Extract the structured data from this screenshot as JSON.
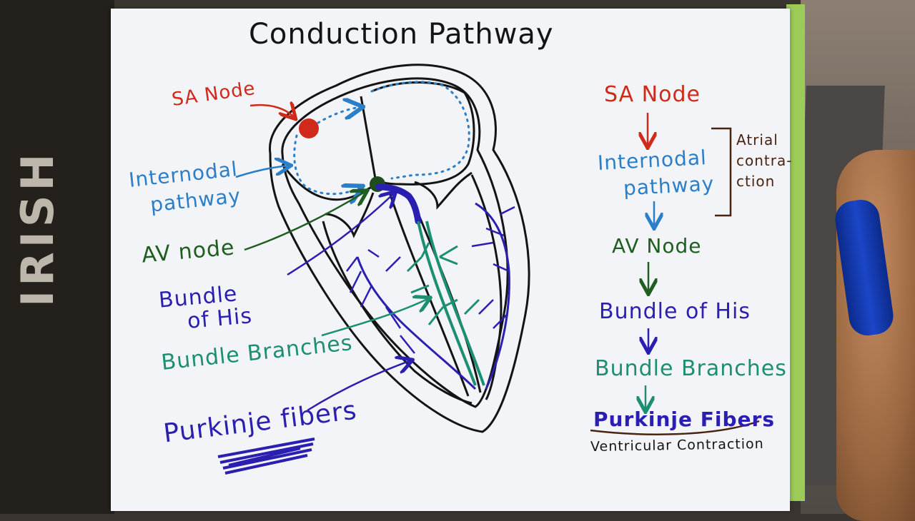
{
  "title": "Conduction Pathway",
  "diagram_labels": {
    "sa_node": "SA Node",
    "internodal_line1": "Internodal",
    "internodal_line2": "pathway",
    "av_node": "AV node",
    "bundle_line1": "Bundle",
    "bundle_line2": "of His",
    "bundle_branches": "Bundle Branches",
    "purkinje": "Purkinje fibers"
  },
  "flow": {
    "steps": [
      "SA Node",
      "Internodal",
      "pathway",
      "AV Node",
      "Bundle of His",
      "Bundle Branches",
      "Purkinje Fibers"
    ],
    "atrial_note_line1": "Atrial",
    "atrial_note_line2": "contra-",
    "atrial_note_line3": "ction",
    "ventricular_note": "Ventricular Contraction"
  },
  "background_text": "IRISH",
  "colors": {
    "red": "#d02a1a",
    "light_blue": "#2a7fc8",
    "dark_green": "#1f5e1f",
    "purple_blue": "#2a1fb0",
    "teal": "#1c8f72",
    "black": "#141414",
    "brown": "#4a2410"
  }
}
